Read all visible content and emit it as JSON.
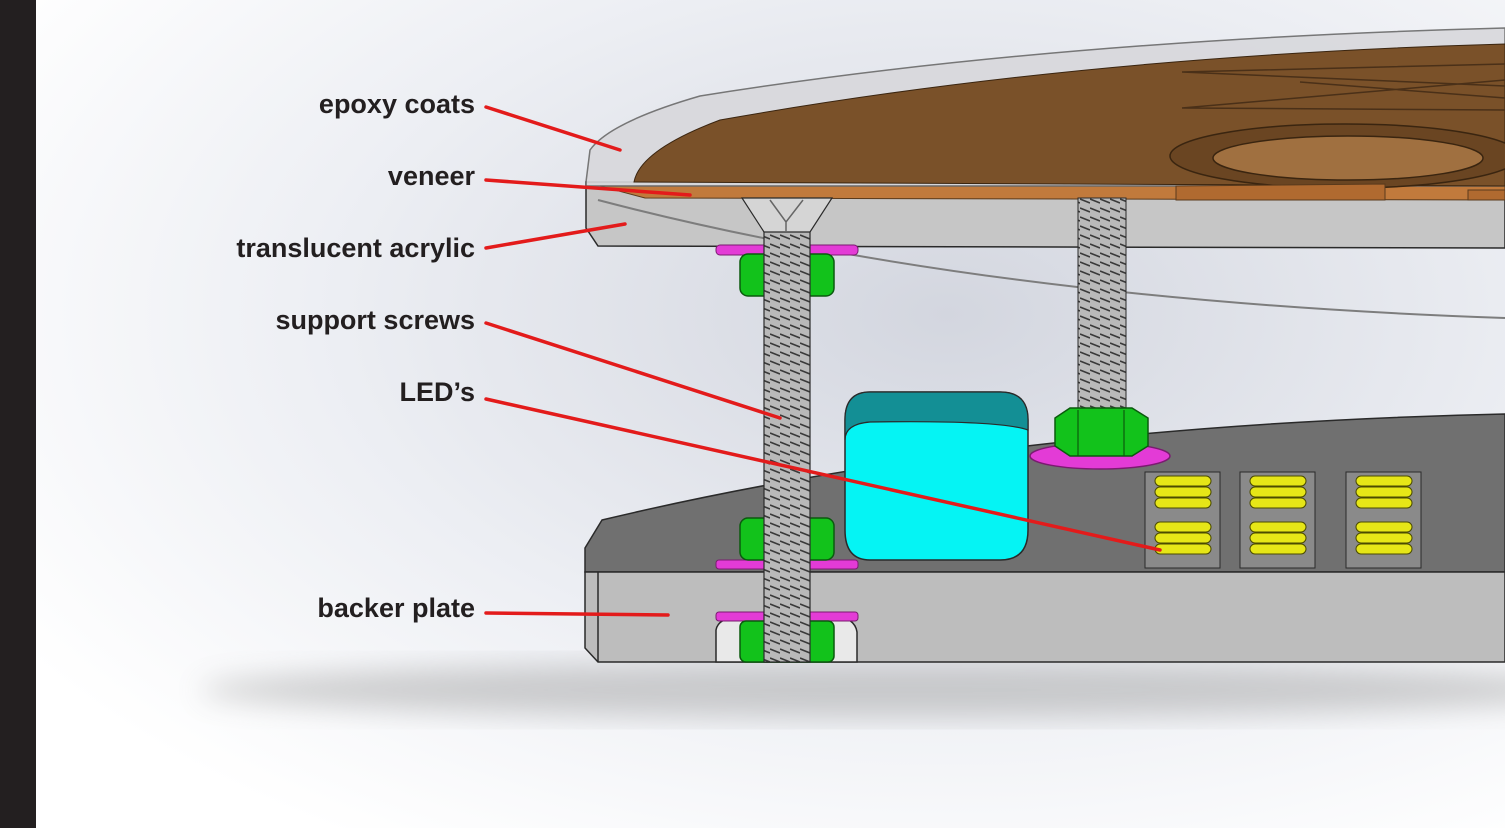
{
  "labels": {
    "epoxy": "epoxy coats",
    "veneer": "veneer",
    "acrylic": "translucent acrylic",
    "screws": "support screws",
    "leds": "LED’s",
    "backer": "backer plate"
  },
  "colors": {
    "leader": "#e31b1b",
    "wood": "#7a5129",
    "veneer_strip": "#c17a3c",
    "acrylic": "#c6c6c6",
    "backer_top": "#707070",
    "backer_side": "#bdbdbd",
    "nut": "#12c21b",
    "washer": "#e33bd6",
    "capacitor": "#05f4f4",
    "capacitor_top": "#138f95",
    "led": "#e6e617",
    "left_bar": "#231f20"
  },
  "icons": [
    "support-screw-icon",
    "hex-nut-icon",
    "washer-icon",
    "led-chip-icon",
    "capacitor-icon"
  ]
}
